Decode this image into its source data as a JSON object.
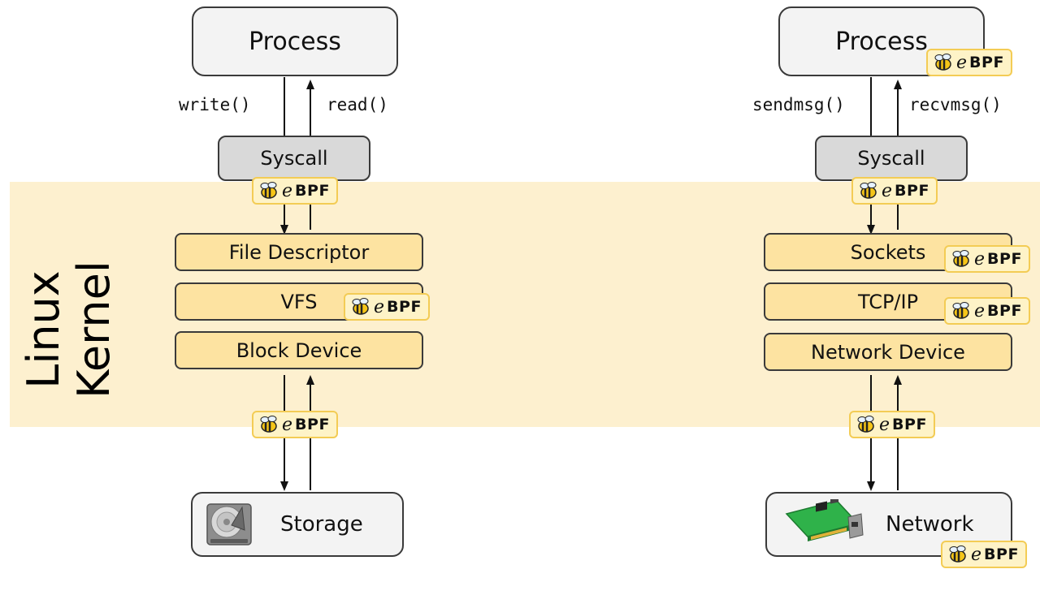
{
  "colors": {
    "kernel_band": "#fdf0cf",
    "layer_fill": "#fde3a1",
    "process_fill": "#f3f3f3",
    "syscall_fill": "#d9d9d9",
    "badge_fill": "#fef3c7",
    "badge_border": "#f3cc55"
  },
  "kernel_label": [
    "Linux",
    "Kernel"
  ],
  "badge": {
    "prefix": "e",
    "text": "BPF"
  },
  "storage_stack": {
    "process": "Process",
    "write_call": "write()",
    "read_call": "read()",
    "syscall": "Syscall",
    "layers": [
      "File Descriptor",
      "VFS",
      "Block Device"
    ],
    "device": "Storage",
    "device_icon": "hard-drive-icon"
  },
  "network_stack": {
    "process": "Process",
    "send_call": "sendmsg()",
    "recv_call": "recvmsg()",
    "syscall": "Syscall",
    "layers": [
      "Sockets",
      "TCP/IP",
      "Network Device"
    ],
    "device": "Network",
    "device_icon": "network-card-icon"
  }
}
